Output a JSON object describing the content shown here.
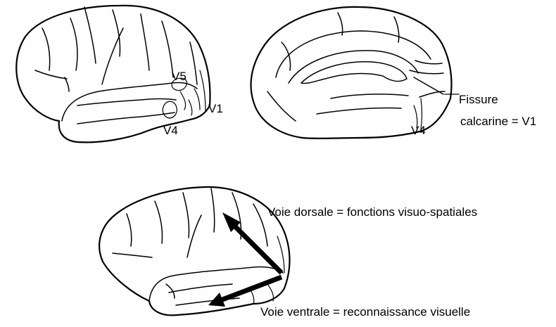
{
  "labels": {
    "v5": "V5",
    "v1": "V1",
    "v4_lateral": "V4",
    "v4_medial": "V4",
    "fissure_line1": "Fissure",
    "fissure_line2": "calcarine = V1",
    "dorsal": "Voie dorsale = fonctions visuo-spatiales",
    "ventral": "Voie ventrale = reconnaissance visuelle"
  },
  "colors": {
    "ink": "#000000",
    "background": "#ffffff"
  }
}
